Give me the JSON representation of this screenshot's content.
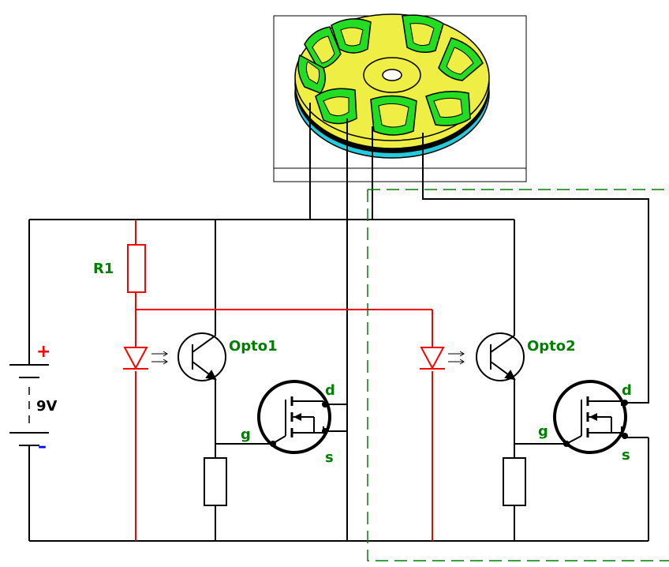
{
  "labels": {
    "r1": "R1",
    "opto1": "Opto1",
    "opto2": "Opto2",
    "battery_plus": "+",
    "battery_minus": "–",
    "battery_voltage": "9V",
    "mosfet1_drain": "d",
    "mosfet1_gate": "g",
    "mosfet1_source": "s",
    "mosfet2_drain": "d",
    "mosfet2_gate": "g",
    "mosfet2_source": "s"
  },
  "colors": {
    "wire": "#000000",
    "led_wire": "#ff0000",
    "label_green": "#008000",
    "plus_red": "#ff0000",
    "minus_blue": "#0000ff",
    "coil_green": "#22dd22",
    "disc_yellow": "#eeee44",
    "disc_cyan": "#22ccdd",
    "dash_green": "#008000"
  }
}
